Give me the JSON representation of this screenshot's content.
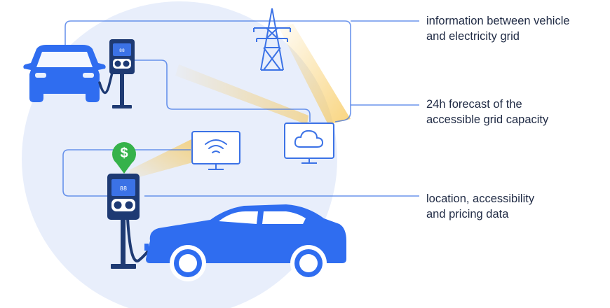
{
  "labels": {
    "vehicle_grid": [
      "information between vehicle",
      "and electricity grid"
    ],
    "forecast": [
      "24h forecast of the",
      "accessible grid capacity"
    ],
    "location": [
      "location, accessibility",
      "and pricing data"
    ]
  },
  "pin_symbol": "$",
  "colors": {
    "background_circle": "#e8eefb",
    "vehicle_blue": "#2f6df0",
    "charger_navy": "#1e3a73",
    "line_blue": "#3b72e6",
    "beam_yellow": "#f7c653",
    "pin_green": "#36b24a",
    "text": "#1f2a44"
  },
  "icons": [
    "car-front-icon",
    "charger-icon",
    "power-tower-icon",
    "cloud-monitor-icon",
    "wifi-monitor-icon",
    "price-pin-icon",
    "car-side-icon"
  ]
}
